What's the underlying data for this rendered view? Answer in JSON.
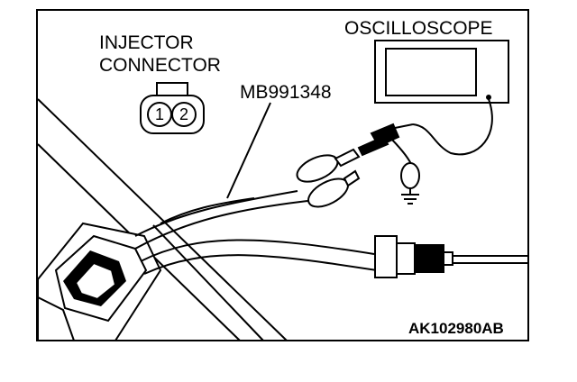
{
  "labels": {
    "oscilloscope": "OSCILLOSCOPE",
    "injector_line1": "INJECTOR",
    "injector_line2": "CONNECTOR",
    "tool_number": "MB991348",
    "figure_code": "AK102980AB"
  },
  "connector_pins": [
    "1",
    "2"
  ],
  "colors": {
    "ink": "#000000",
    "paper": "#ffffff"
  }
}
